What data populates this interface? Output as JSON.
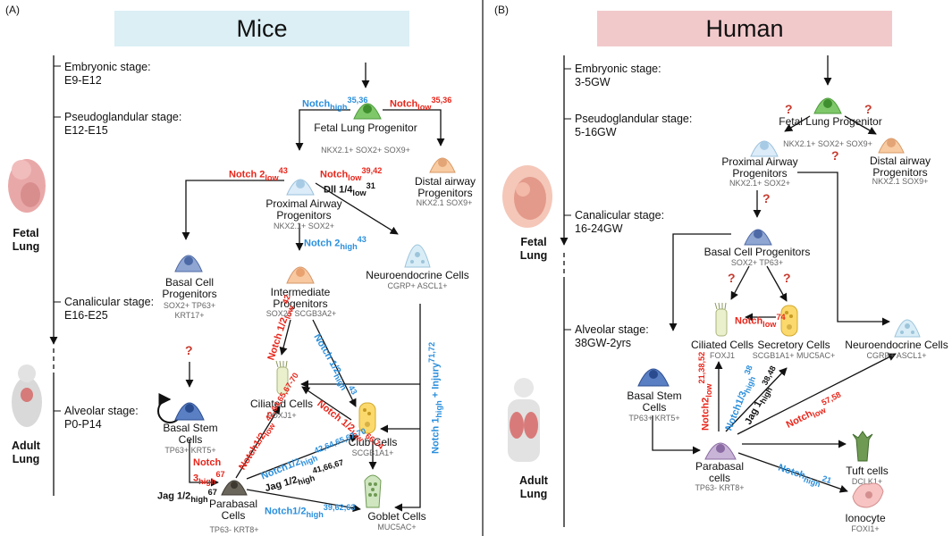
{
  "panels": [
    {
      "letter": "(A)",
      "title": "Mice"
    },
    {
      "letter": "(B)",
      "title": "Human"
    }
  ],
  "colors": {
    "mice_banner": "#dbeff5",
    "human_banner": "#f2c9cb",
    "red": "#e8261b",
    "blue": "#2b8fdc",
    "question": "#c73a2e"
  },
  "mice": {
    "stages": [
      {
        "name": "Embryonic stage:",
        "range": "E9-E12"
      },
      {
        "name": "Pseudoglandular stage:",
        "range": "E12-E15"
      },
      {
        "name": "Canalicular stage:",
        "range": "E16-E25"
      },
      {
        "name": "Alveolar stage:",
        "range": "P0-P14"
      }
    ],
    "organ_labels": [
      "Fetal Lung",
      "Adult Lung"
    ],
    "cells": {
      "fetal": {
        "name": "Fetal Lung Progenitor",
        "markers": "NKX2.1+ SOX2+ SOX9+"
      },
      "distal": {
        "name": "Distal airway Progenitors",
        "markers": "NKX2.1 SOX9+"
      },
      "proximal": {
        "name": "Proximal Airway Progenitors",
        "markers": "NKX2.1+ SOX2+"
      },
      "basal_prog": {
        "name": "Basal Cell Progenitors",
        "markers": "SOX2+ TP63+ KRT17+"
      },
      "intermediate": {
        "name": "Intermediate Progenitors",
        "markers": "SOX2+ SCGB3A2+"
      },
      "neuro": {
        "name": "Neuroendocrine Cells",
        "markers": "CGRP+ ASCL1+"
      },
      "basal_stem": {
        "name": "Basal Stem Cells",
        "markers": "TP63+ KRT5+"
      },
      "ciliated": {
        "name": "Ciliated Cells",
        "markers": "FOXJ1+"
      },
      "club": {
        "name": "Club Cells",
        "markers": "SCGB1A1+"
      },
      "parabasal": {
        "name": "Parabasal Cells",
        "markers": "TP63- KRT8+"
      },
      "goblet": {
        "name": "Goblet Cells",
        "markers": "MUC5AC+"
      }
    },
    "signals": {
      "notch_high": {
        "text": "Notch",
        "sub": "high",
        "sup": "35,36"
      },
      "notch_low": {
        "text": "Notch",
        "sub": "low",
        "sup": "35,36"
      },
      "notch2_low": {
        "text": "Notch 2",
        "sub": "low",
        "sup": "43"
      },
      "notch_low2": {
        "text": "Notch",
        "sub": "low",
        "sup": "39,42"
      },
      "dll": {
        "text": "Dll 1/4",
        "sub": "low",
        "sup": "31"
      },
      "notch2_high": {
        "text": "Notch 2",
        "sub": "high",
        "sup": "43"
      },
      "n12_low": {
        "text": "Notch 1/2",
        "sub": "low",
        "sup": "42"
      },
      "n12_high": {
        "text": "Notch 1/2",
        "sub": "high",
        "sup": "43"
      },
      "n1high_injury": {
        "text": "Notch 1",
        "sub": "high",
        "tail": " + Injury",
        "sup": "71,72"
      },
      "n12_low_club": {
        "text": "Notch 1/2",
        "sub": "low",
        "sup": "66,74"
      },
      "n12_low_par": {
        "text": "Notch1/2",
        "sub": "low",
        "sup": "42,64,65,67-70"
      },
      "n12_high_par": {
        "text": "Notch1/2",
        "sub": "high",
        "sup": "42,64,65,67-70"
      },
      "jag12_high": {
        "text": "Jag 1/2",
        "sub": "high",
        "sup": "41,66,67"
      },
      "notch3_high": {
        "text": "Notch 3",
        "sub": "high",
        "sup": "67"
      },
      "jag12_high2": {
        "text": "Jag 1/2",
        "sub": "high",
        "sup": "67"
      },
      "n12_high_gob": {
        "text": "Notch1/2",
        "sub": "high",
        "sup": "39,62,63"
      }
    },
    "question": "?"
  },
  "human": {
    "stages": [
      {
        "name": "Embryonic stage:",
        "range": "3-5GW"
      },
      {
        "name": "Pseudoglandular stage:",
        "range": "5-16GW"
      },
      {
        "name": "Canalicular stage:",
        "range": "16-24GW"
      },
      {
        "name": "Alveolar stage:",
        "range": "38GW-2yrs"
      }
    ],
    "organ_labels": [
      "Fetal Lung",
      "Adult Lung"
    ],
    "cells": {
      "fetal": {
        "name": "Fetal Lung Progenitor",
        "markers": "NKX2.1+ SOX2+ SOX9+"
      },
      "proximal": {
        "name": "Proximal Airway Progenitors",
        "markers": "NKX2.1+ SOX2+"
      },
      "distal": {
        "name": "Distal airway Progenitors",
        "markers": "NKX2.1 SOX9+"
      },
      "basal_prog": {
        "name": "Basal Cell Progenitors",
        "markers": "SOX2+ TP63+"
      },
      "ciliated": {
        "name": "Ciliated Cells",
        "markers": "FOXJ1"
      },
      "secretory": {
        "name": "Secretory Cells",
        "markers": "SCGB1A1+ MUC5AC+"
      },
      "neuro": {
        "name": "Neuroendocrine Cells",
        "markers": "CGRP+ ASCL1+"
      },
      "basal_stem": {
        "name": "Basal Stem Cells",
        "markers": "TP63+ KRT5+"
      },
      "parabasal": {
        "name": "Parabasal cells",
        "markers": "TP63- KRT8+"
      },
      "tuft": {
        "name": "Tuft cells",
        "markers": "DCLK1+"
      },
      "ionocyte": {
        "name": "Ionocyte",
        "markers": "FOXI1+"
      }
    },
    "signals": {
      "notch_low74": {
        "text": "Notch",
        "sub": "low",
        "sup": "74"
      },
      "notch2_low": {
        "text": "Notch2",
        "sub": "low",
        "sup": "21,38,52"
      },
      "n13_high": {
        "text": "Notch1/3",
        "sub": "high",
        "sup": "38"
      },
      "jag1_high": {
        "text": "Jag 1",
        "sub": "high",
        "sup": "38,48"
      },
      "notch_low_ne": {
        "text": "Notch",
        "sub": "low",
        "sup": "57,58"
      },
      "notch_high_ion": {
        "text": "Notch",
        "sub": "high",
        "sup": "21"
      }
    },
    "question": "?"
  }
}
